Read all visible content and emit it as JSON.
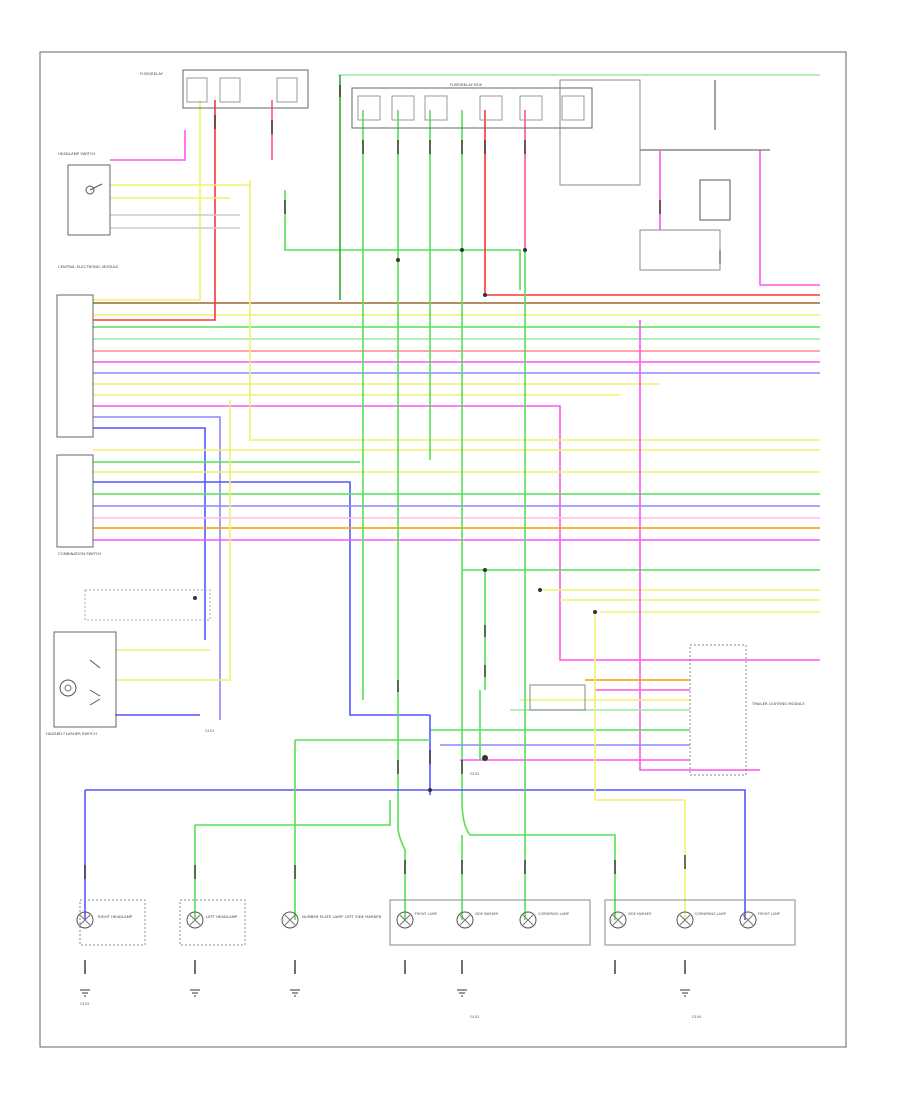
{
  "diagram": {
    "footer_code": "",
    "colors": {
      "green": "#55e055",
      "blue": "#5555ff",
      "yellow": "#f0f070",
      "pink": "#ff55ee",
      "red": "#ff3333",
      "orange": "#ff9900",
      "gray": "#888888",
      "darkgreen": "#33aa33",
      "brown": "#996633",
      "black": "#555555"
    },
    "components": {
      "fuse_block_left": "FUSE/RELAY",
      "fuse_block_top": "FUSE/RELAY BOX",
      "headlamp_switch": "HEADLAMP SWITCH",
      "control_module": "CENTRAL ELECTRONIC MODULE",
      "combination_switch": "COMBINATION SWITCH",
      "hazard_switch": "HAZARD FLASHER SWITCH",
      "ground_left": "G101",
      "trailer_module": "TRAILER LIGHTING MODULE",
      "ground_center": "G102",
      "ground_right": "G103",
      "ground_bottom_center": "G102",
      "ground_bottom_right": "G104"
    },
    "lamps": [
      "RIGHT HEADLAMP",
      "LEFT HEADLAMP",
      "NUMBER PLATE LAMP",
      "LEFT SIDE MARKER",
      "FRONT LAMP",
      "SIDE MARKER",
      "CORNERING LAMP",
      "SIDE MARKER",
      "CORNERING LAMP",
      "FRONT LAMP"
    ]
  }
}
